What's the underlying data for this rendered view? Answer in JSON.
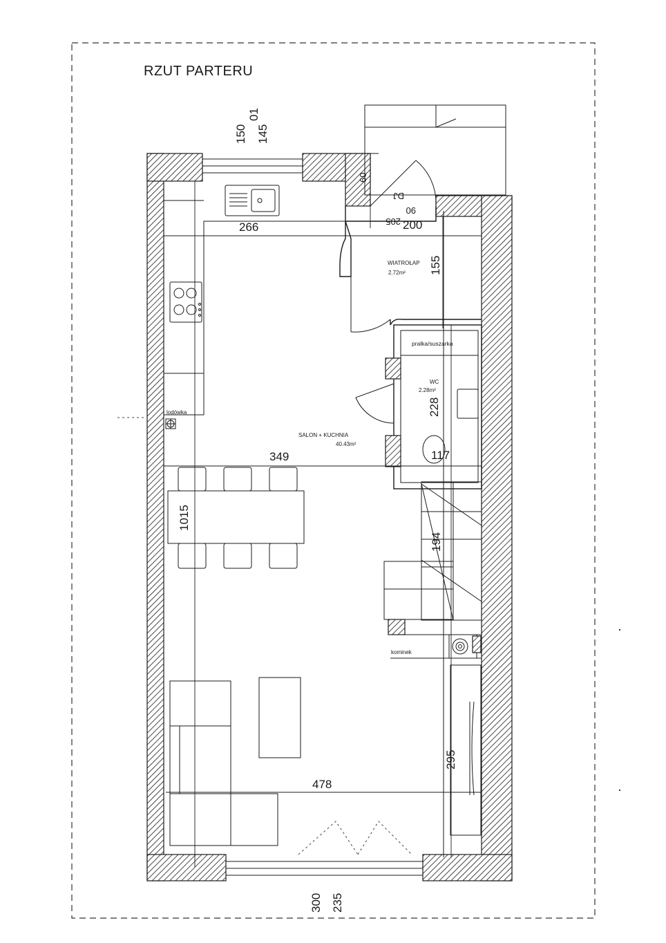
{
  "title": "RZUT PARTERU",
  "rooms": {
    "wiatrolap": {
      "name": "WIATROŁAP",
      "area": "2.72m²"
    },
    "salon": {
      "name": "SALON + KUCHNIA",
      "area": "40.43m²"
    },
    "wc": {
      "name": "WC",
      "area": "2.28m²"
    }
  },
  "labels": {
    "pralka": "pralka/suszarka",
    "lodowka": "lodówka",
    "kominek": "kominek",
    "door_code_1": "DJ",
    "door_code_2": "90",
    "door_code_3": "205"
  },
  "dimensions": {
    "top_150": "150",
    "top_01": "01",
    "top_145": "145",
    "top_60": "60",
    "d266": "266",
    "d200": "200",
    "d155": "155",
    "d228": "228",
    "d117": "117",
    "d349": "349",
    "d1015": "1015",
    "d194": "194",
    "d295": "295",
    "d478": "478",
    "bottom_300": "300",
    "bottom_235": "235"
  }
}
